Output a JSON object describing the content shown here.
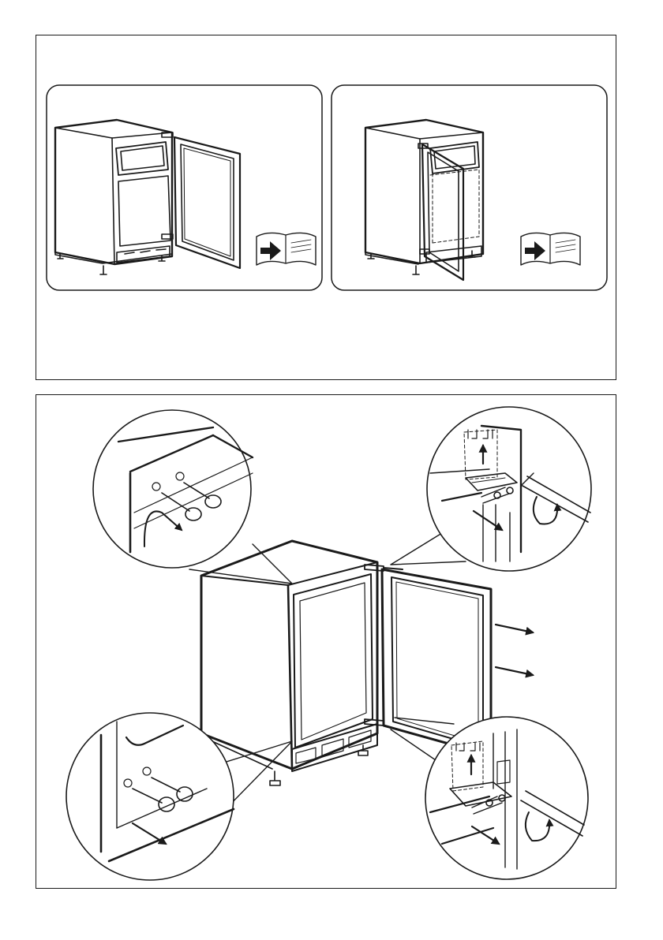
{
  "page": {
    "background": "#ffffff",
    "ink": "#1a1a1a"
  },
  "panels": {
    "top_left": {
      "illustration": "fridge-with-freezer-door-open",
      "icon": "manual-book-icon"
    },
    "top_right": {
      "illustration": "fridge-door-open",
      "icon": "manual-book-icon"
    }
  },
  "main_figure": {
    "illustration": "fridge-door-reversal",
    "callouts": [
      "top-left-hinge-holes",
      "top-right-hinge-detail",
      "bottom-left-hinge-holes",
      "bottom-right-hinge-detail"
    ]
  }
}
